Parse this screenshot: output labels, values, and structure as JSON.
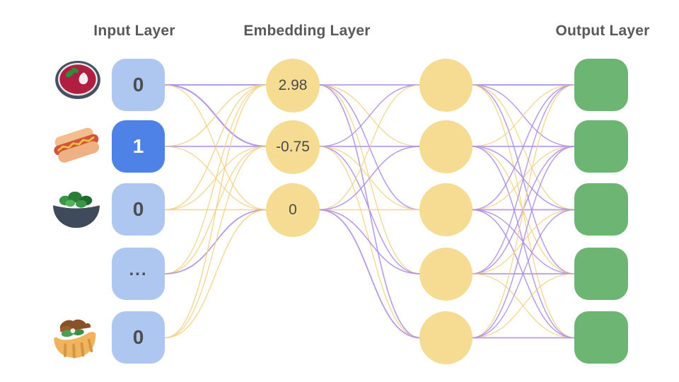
{
  "titles": {
    "input": "Input Layer",
    "embedding": "Embedding Layer",
    "output": "Output Layer"
  },
  "colors": {
    "background": "#ffffff",
    "title_text": "#595959",
    "input_node_fill": "#aec7f1",
    "input_node_active_fill": "#4e82e6",
    "input_value_text": "#4d4d4d",
    "input_active_value_text": "#ffffff",
    "embedding_node_fill": "#f5dc92",
    "node_value_text": "#4a4a4a",
    "output_node_fill": "#6cb573",
    "edge_purple": "#a98ae8",
    "edge_yellow": "#f2cf7f"
  },
  "input_layer": {
    "nodes": [
      {
        "value": "0",
        "icon": "soup-bowl-icon",
        "active": false
      },
      {
        "value": "1",
        "icon": "hot-dog-icon",
        "active": true
      },
      {
        "value": "0",
        "icon": "salad-bowl-icon",
        "active": false
      },
      {
        "value": "...",
        "icon": null,
        "active": false
      },
      {
        "value": "0",
        "icon": "pita-sandwich-icon",
        "active": false
      }
    ]
  },
  "embedding_layer": {
    "nodes": [
      {
        "value": "2.98"
      },
      {
        "value": "-0.75"
      },
      {
        "value": "0"
      }
    ]
  },
  "hidden_layer": {
    "node_count": 5
  },
  "output_layer": {
    "node_count": 5
  },
  "edges": {
    "input_to_embedding": [
      {
        "from": 0,
        "to": 0,
        "c": "p",
        "w": 2
      },
      {
        "from": 0,
        "to": 1,
        "c": "p",
        "w": 2.2
      },
      {
        "from": 0,
        "to": 2,
        "c": "y",
        "w": 1.3
      },
      {
        "from": 1,
        "to": 0,
        "c": "y",
        "w": 1.4
      },
      {
        "from": 1,
        "to": 1,
        "c": "p",
        "w": 1.8
      },
      {
        "from": 1,
        "to": 2,
        "c": "y",
        "w": 1.3
      },
      {
        "from": 2,
        "to": 0,
        "c": "y",
        "w": 1.4
      },
      {
        "from": 2,
        "to": 1,
        "c": "y",
        "w": 1.3
      },
      {
        "from": 2,
        "to": 2,
        "c": "y",
        "w": 1.6
      },
      {
        "from": 3,
        "to": 0,
        "c": "y",
        "w": 1.3
      },
      {
        "from": 3,
        "to": 1,
        "c": "y",
        "w": 1.3
      },
      {
        "from": 3,
        "to": 2,
        "c": "p",
        "w": 1.8
      },
      {
        "from": 4,
        "to": 0,
        "c": "y",
        "w": 1.4
      },
      {
        "from": 4,
        "to": 1,
        "c": "y",
        "w": 1.3
      },
      {
        "from": 4,
        "to": 2,
        "c": "y",
        "w": 1.4
      }
    ],
    "embedding_to_hidden": [
      {
        "from": 0,
        "to": 0,
        "c": "p",
        "w": 1.8
      },
      {
        "from": 0,
        "to": 1,
        "c": "y",
        "w": 1.3
      },
      {
        "from": 0,
        "to": 2,
        "c": "p",
        "w": 1.5
      },
      {
        "from": 0,
        "to": 3,
        "c": "y",
        "w": 1.3
      },
      {
        "from": 0,
        "to": 4,
        "c": "p",
        "w": 1.6
      },
      {
        "from": 1,
        "to": 0,
        "c": "p",
        "w": 1.4
      },
      {
        "from": 1,
        "to": 1,
        "c": "p",
        "w": 1.8
      },
      {
        "from": 1,
        "to": 2,
        "c": "y",
        "w": 1.3
      },
      {
        "from": 1,
        "to": 3,
        "c": "p",
        "w": 1.5
      },
      {
        "from": 1,
        "to": 4,
        "c": "y",
        "w": 1.3
      },
      {
        "from": 2,
        "to": 0,
        "c": "y",
        "w": 1.3
      },
      {
        "from": 2,
        "to": 1,
        "c": "p",
        "w": 1.5
      },
      {
        "from": 2,
        "to": 2,
        "c": "y",
        "w": 1.4
      },
      {
        "from": 2,
        "to": 3,
        "c": "p",
        "w": 1.6
      },
      {
        "from": 2,
        "to": 4,
        "c": "p",
        "w": 1.8
      }
    ],
    "hidden_to_output": [
      {
        "from": 0,
        "to": 0,
        "c": "p",
        "w": 2
      },
      {
        "from": 0,
        "to": 1,
        "c": "p",
        "w": 1.4
      },
      {
        "from": 0,
        "to": 2,
        "c": "y",
        "w": 1.3
      },
      {
        "from": 0,
        "to": 3,
        "c": "p",
        "w": 1.5
      },
      {
        "from": 0,
        "to": 4,
        "c": "y",
        "w": 1.3
      },
      {
        "from": 1,
        "to": 0,
        "c": "y",
        "w": 1.3
      },
      {
        "from": 1,
        "to": 1,
        "c": "p",
        "w": 1.8
      },
      {
        "from": 1,
        "to": 2,
        "c": "p",
        "w": 1.5
      },
      {
        "from": 1,
        "to": 3,
        "c": "y",
        "w": 1.3
      },
      {
        "from": 1,
        "to": 4,
        "c": "p",
        "w": 1.5
      },
      {
        "from": 2,
        "to": 0,
        "c": "p",
        "w": 1.5
      },
      {
        "from": 2,
        "to": 1,
        "c": "y",
        "w": 1.3
      },
      {
        "from": 2,
        "to": 2,
        "c": "p",
        "w": 1.8
      },
      {
        "from": 2,
        "to": 3,
        "c": "p",
        "w": 1.4
      },
      {
        "from": 2,
        "to": 4,
        "c": "p",
        "w": 1.5
      },
      {
        "from": 3,
        "to": 0,
        "c": "p",
        "w": 1.4
      },
      {
        "from": 3,
        "to": 1,
        "c": "p",
        "w": 1.5
      },
      {
        "from": 3,
        "to": 2,
        "c": "y",
        "w": 1.3
      },
      {
        "from": 3,
        "to": 3,
        "c": "p",
        "w": 1.8
      },
      {
        "from": 3,
        "to": 4,
        "c": "y",
        "w": 1.3
      },
      {
        "from": 4,
        "to": 0,
        "c": "y",
        "w": 1.3
      },
      {
        "from": 4,
        "to": 1,
        "c": "p",
        "w": 1.5
      },
      {
        "from": 4,
        "to": 2,
        "c": "p",
        "w": 1.4
      },
      {
        "from": 4,
        "to": 3,
        "c": "y",
        "w": 1.3
      },
      {
        "from": 4,
        "to": 4,
        "c": "p",
        "w": 1.8
      }
    ]
  }
}
